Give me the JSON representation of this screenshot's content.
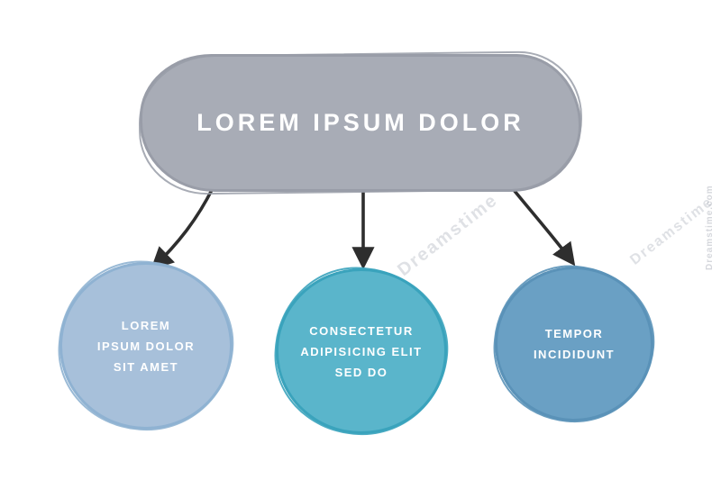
{
  "diagram": {
    "root": {
      "label": "LOREM IPSUM DOLOR",
      "fill": "#a8acb6",
      "stroke": "#999da8"
    },
    "children": [
      {
        "lines": [
          "LOREM",
          "IPSUM DOLOR",
          "SIT AMET"
        ],
        "fill": "#a7c0da",
        "stroke": "#8fb2d2"
      },
      {
        "lines": [
          "CONSECTETUR",
          "ADIPISICING ELIT",
          "SED DO"
        ],
        "fill": "#5ab5cb",
        "stroke": "#3aa3bc"
      },
      {
        "lines": [
          "TEMPOR",
          "INCIDIDUNT"
        ],
        "fill": "#6aa0c4",
        "stroke": "#5a92b8"
      }
    ],
    "arrow_color": "#2e2e2e"
  },
  "watermark": {
    "text": "Dreamstime",
    "edge_text": "Dreamstime.com"
  }
}
